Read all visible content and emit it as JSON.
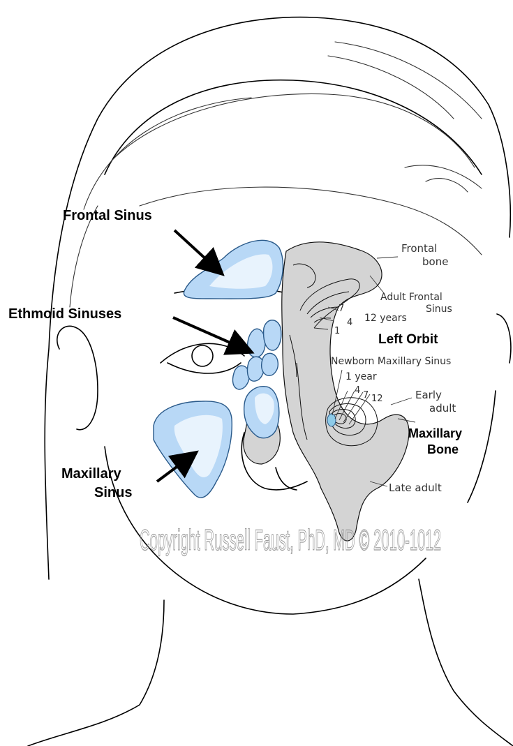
{
  "labels": {
    "frontal_sinus": "Frontal Sinus",
    "ethmoid_sinuses": "Ethmoid Sinuses",
    "maxillary_sinus_line1": "Maxillary",
    "maxillary_sinus_line2": "Sinus",
    "frontal_bone_line1": "Frontal",
    "frontal_bone_line2": "bone",
    "adult_frontal_sinus_line1": "Adult Frontal",
    "adult_frontal_sinus_line2": "Sinus",
    "twelve_years": "12 years",
    "left_orbit": "Left Orbit",
    "newborn_maxillary_sinus": "Newborn Maxillary Sinus",
    "one_year": "1 year",
    "early_adult_line1": "Early",
    "early_adult_line2": "adult",
    "maxillary_bone_line1": "Maxillary",
    "maxillary_bone_line2": "Bone",
    "late_adult": "Late adult",
    "num_7_upper": "7",
    "num_4_upper": "4",
    "num_1_upper": "1",
    "num_4_lower": "4",
    "num_7_lower": "7",
    "num_12_lower": "12"
  },
  "watermark": "Copyright Russell Faust, PhD, MD  © 2010-1012",
  "colors": {
    "sinus_fill": "#b8d8f6",
    "sinus_stroke": "#2a5a8a",
    "bone_fill": "#d4d4d4",
    "watermark": "#9a9a9a"
  }
}
